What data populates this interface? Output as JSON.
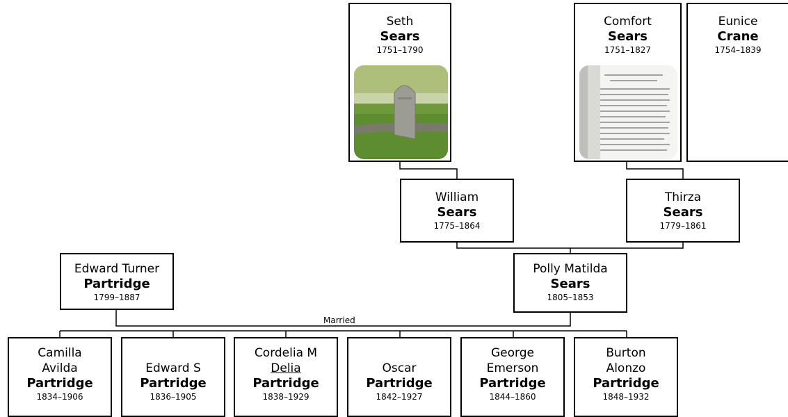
{
  "people": {
    "seth": {
      "given": "Seth",
      "surname": "Sears",
      "years": "1751–1790"
    },
    "comfort": {
      "given": "Comfort",
      "surname": "Sears",
      "years": "1751–1827"
    },
    "eunice": {
      "given": "Eunice",
      "surname": "Crane",
      "years": "1754–1839"
    },
    "william": {
      "given": "William",
      "surname": "Sears",
      "years": "1775–1864"
    },
    "thirza": {
      "given": "Thirza",
      "surname": "Sears",
      "years": "1779–1861"
    },
    "edward_turner": {
      "given": "Edward Turner",
      "surname": "Partridge",
      "years": "1799–1887"
    },
    "polly": {
      "given": "Polly Matilda",
      "surname": "Sears",
      "years": "1805–1853"
    }
  },
  "marriage_label": "Married",
  "children": [
    {
      "given1": "Camilla",
      "given2": "Avilda",
      "surname": "Partridge",
      "years": "1834–1906"
    },
    {
      "given1": "",
      "given2": "Edward S",
      "surname": "Partridge",
      "years": "1836–1905"
    },
    {
      "given1": "Cordelia M",
      "given2": "Delia",
      "surname": "Partridge",
      "years": "1838–1929"
    },
    {
      "given1": "",
      "given2": "Oscar",
      "surname": "Partridge",
      "years": "1842–1927"
    },
    {
      "given1": "George",
      "given2": "Emerson",
      "surname": "Partridge",
      "years": "1844–1860"
    },
    {
      "given1": "Burton",
      "given2": "Alonzo",
      "surname": "Partridge",
      "years": "1848–1932"
    }
  ]
}
